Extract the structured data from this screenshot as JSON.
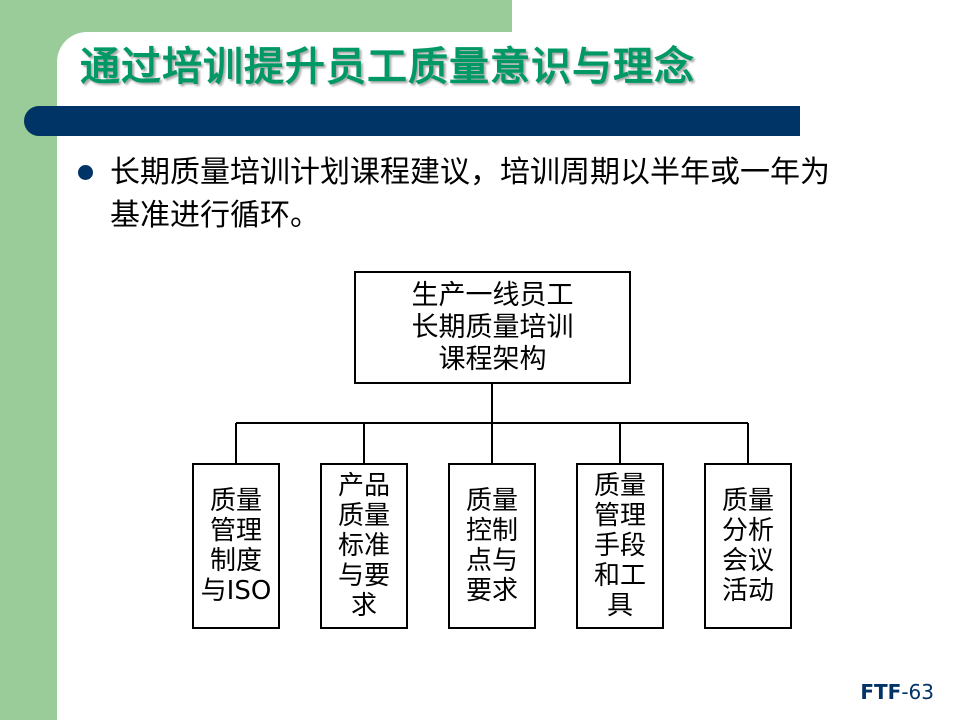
{
  "slide": {
    "title": "通过培训提升员工质量意识与理念",
    "bullet": "长期质量培训计划课程建议，培训周期以半年或一年为基准进行循环。",
    "footer_brand": "FTF",
    "footer_page": "-63"
  },
  "diagram": {
    "root": "生产一线员工\n长期质量培训\n课程架构",
    "children": [
      "质量\n管理\n制度\n与ISO",
      "产品\n质量\n标准\n与要\n求",
      "质量\n控制\n点与\n要求",
      "质量\n管理\n手段\n和工\n具",
      "质量\n分析\n会议\n活动"
    ]
  },
  "colors": {
    "green": "#99cc99",
    "title_green": "#009966",
    "navy": "#003366"
  }
}
